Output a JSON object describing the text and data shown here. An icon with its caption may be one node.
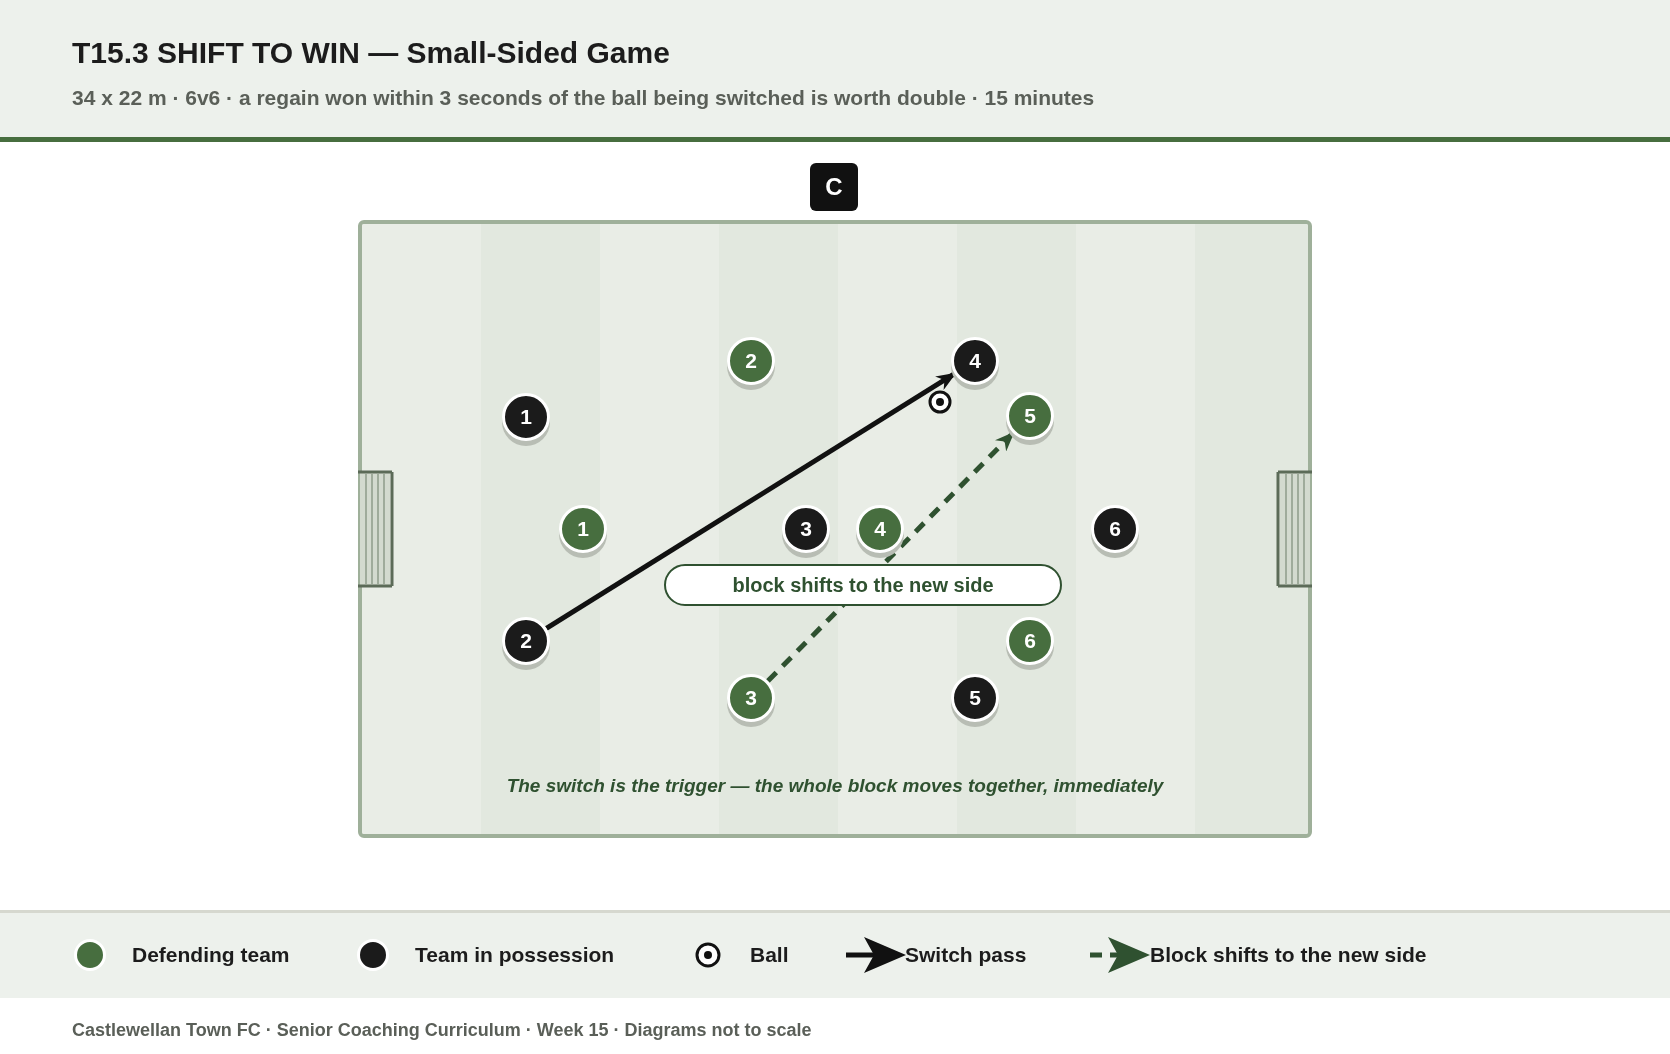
{
  "diagram": {
    "title": "T15.3 SHIFT TO WIN — Small-Sided Game",
    "nodes": [
      {
        "text": [
          "C"
        ]
      },
      {
        "text": [
          "2"
        ]
      },
      {
        "text": [
          "4"
        ]
      },
      {
        "text": [
          "1"
        ]
      },
      {
        "text": [
          "5"
        ]
      },
      {
        "text": [
          "1"
        ]
      },
      {
        "text": [
          "3"
        ]
      },
      {
        "text": [
          "4"
        ]
      },
      {
        "text": [
          "6"
        ]
      },
      {
        "text": [
          "2"
        ]
      },
      {
        "text": [
          "6"
        ]
      },
      {
        "text": [
          "3"
        ]
      },
      {
        "text": [
          "5"
        ]
      }
    ],
    "edges": [
      {
        "from": 9,
        "to": 2,
        "arrow": "to"
      },
      {
        "from": 11,
        "to": 4,
        "arrow": "to",
        "style": "dashed",
        "color": "#2f5130",
        "label": "block shifts to the new side"
      }
    ],
    "labels": [
      "34 x 22 m · 6v6 · a regain won within 3 seconds of the ball being switched is worth double · 15 minutes",
      "The switch is the trigger — the whole block moves together, immediately",
      "Castlewellan Town FC · Senior Coaching Curriculum · Week 15 · Diagrams not to scale"
    ],
    "legend": [
      {
        "text": "Defending team",
        "color": "#476e3f"
      },
      {
        "text": "Team in possession",
        "color": "#1b1b1b"
      },
      {
        "text": "Ball"
      },
      {
        "text": "Switch pass"
      },
      {
        "text": "Block shifts to the new side"
      }
    ]
  }
}
